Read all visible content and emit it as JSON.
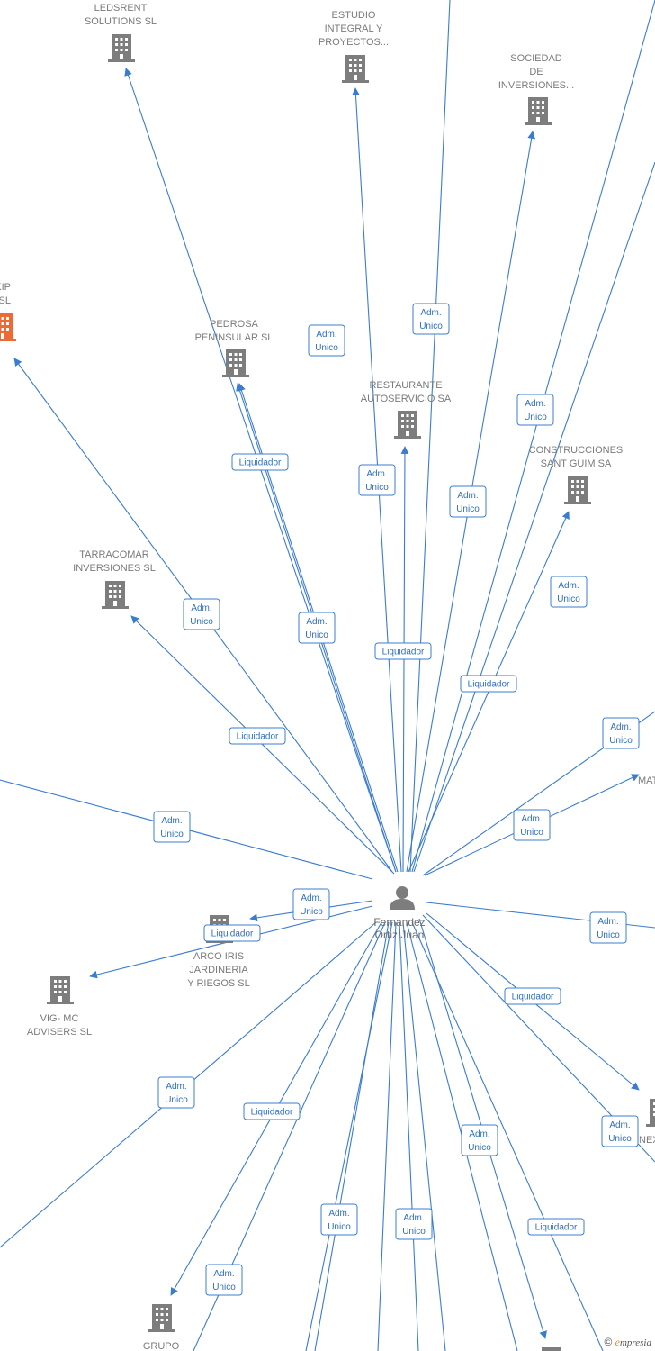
{
  "colors": {
    "edge": "#3a7ccf",
    "building": "#7d7d7d",
    "building_highlight": "#ee6a35",
    "person": "#7d7d7d"
  },
  "center": {
    "label_lines": [
      "Fernandez",
      "Ortiz Juan"
    ],
    "icon": "person-icon"
  },
  "nodes": [
    {
      "id": "ledsrent",
      "label_lines": [
        "LEDSRENT",
        "SOLUTIONS SL"
      ],
      "icon": "building-icon"
    },
    {
      "id": "estudio",
      "label_lines": [
        "ESTUDIO",
        "INTEGRAL Y",
        "PROYECTOS..."
      ],
      "icon": "building-icon"
    },
    {
      "id": "sociedad",
      "label_lines": [
        "SOCIEDAD",
        "DE",
        "INVERSIONES..."
      ],
      "icon": "building-icon"
    },
    {
      "id": "ekip",
      "label_lines": [
        "EKIP",
        "SL"
      ],
      "icon": "building-icon",
      "highlight": true
    },
    {
      "id": "pedrosa",
      "label_lines": [
        "PEDROSA",
        "PENINSULAR SL"
      ],
      "icon": "building-icon"
    },
    {
      "id": "restaurante",
      "label_lines": [
        "RESTAURANTE",
        "AUTOSERVICIO SA"
      ],
      "icon": "building-icon"
    },
    {
      "id": "construcciones",
      "label_lines": [
        "CONSTRUCCIONES",
        "SANT GUIM SA"
      ],
      "icon": "building-icon"
    },
    {
      "id": "tarracomar",
      "label_lines": [
        "TARRACOMAR",
        "INVERSIONES SL"
      ],
      "icon": "building-icon"
    },
    {
      "id": "arcoiris",
      "label_lines": [
        "ARCO IRIS",
        "JARDINERIA",
        "Y RIEGOS SL"
      ],
      "icon": "building-icon"
    },
    {
      "id": "vigmc",
      "label_lines": [
        "VIG- MC",
        "ADVISERS SL"
      ],
      "icon": "building-icon"
    },
    {
      "id": "grupo",
      "label_lines": [
        "GRUPO"
      ],
      "icon": "building-icon"
    },
    {
      "id": "mat",
      "label_lines": [
        "MAT"
      ],
      "icon": "building-icon"
    },
    {
      "id": "nex",
      "label_lines": [
        "NEX"
      ],
      "icon": "building-icon"
    },
    {
      "id": "bottom",
      "label_lines": [],
      "icon": "building-icon"
    }
  ],
  "edge_labels": [
    {
      "id": "e1",
      "lines": [
        "Adm.",
        "Unico"
      ]
    },
    {
      "id": "e2",
      "lines": [
        "Adm.",
        "Unico"
      ]
    },
    {
      "id": "e3",
      "lines": [
        "Adm.",
        "Unico"
      ]
    },
    {
      "id": "e4",
      "lines": [
        "Liquidador"
      ]
    },
    {
      "id": "e5",
      "lines": [
        "Adm.",
        "Unico"
      ]
    },
    {
      "id": "e6",
      "lines": [
        "Adm.",
        "Unico"
      ]
    },
    {
      "id": "e7",
      "lines": [
        "Adm.",
        "Unico"
      ]
    },
    {
      "id": "e8",
      "lines": [
        "Adm.",
        "Unico"
      ]
    },
    {
      "id": "e9",
      "lines": [
        "Adm.",
        "Unico"
      ]
    },
    {
      "id": "e10",
      "lines": [
        "Liquidador"
      ]
    },
    {
      "id": "e11",
      "lines": [
        "Liquidador"
      ]
    },
    {
      "id": "e12",
      "lines": [
        "Liquidador"
      ]
    },
    {
      "id": "e13",
      "lines": [
        "Adm.",
        "Unico"
      ]
    },
    {
      "id": "e14",
      "lines": [
        "Adm.",
        "Unico"
      ]
    },
    {
      "id": "e15",
      "lines": [
        "Adm.",
        "Unico"
      ]
    },
    {
      "id": "e16",
      "lines": [
        "Adm.",
        "Unico"
      ]
    },
    {
      "id": "e17",
      "lines": [
        "Liquidador"
      ]
    },
    {
      "id": "e18",
      "lines": [
        "Adm.",
        "Unico"
      ]
    },
    {
      "id": "e19",
      "lines": [
        "Liquidador"
      ]
    },
    {
      "id": "e20",
      "lines": [
        "Adm.",
        "Unico"
      ]
    },
    {
      "id": "e21",
      "lines": [
        "Liquidador"
      ]
    },
    {
      "id": "e22",
      "lines": [
        "Adm.",
        "Unico"
      ]
    },
    {
      "id": "e23",
      "lines": [
        "Adm.",
        "Unico"
      ]
    },
    {
      "id": "e24",
      "lines": [
        "Adm.",
        "Unico"
      ]
    },
    {
      "id": "e25",
      "lines": [
        "Adm.",
        "Unico"
      ]
    },
    {
      "id": "e26",
      "lines": [
        "Liquidador"
      ]
    },
    {
      "id": "e27",
      "lines": [
        "Adm.",
        "Unico"
      ]
    },
    {
      "id": "e28",
      "lines": [
        "Adm.",
        "Unico"
      ]
    }
  ],
  "footer": {
    "copyright": "©",
    "brand_initial": "e",
    "brand_rest": "mpresia"
  }
}
